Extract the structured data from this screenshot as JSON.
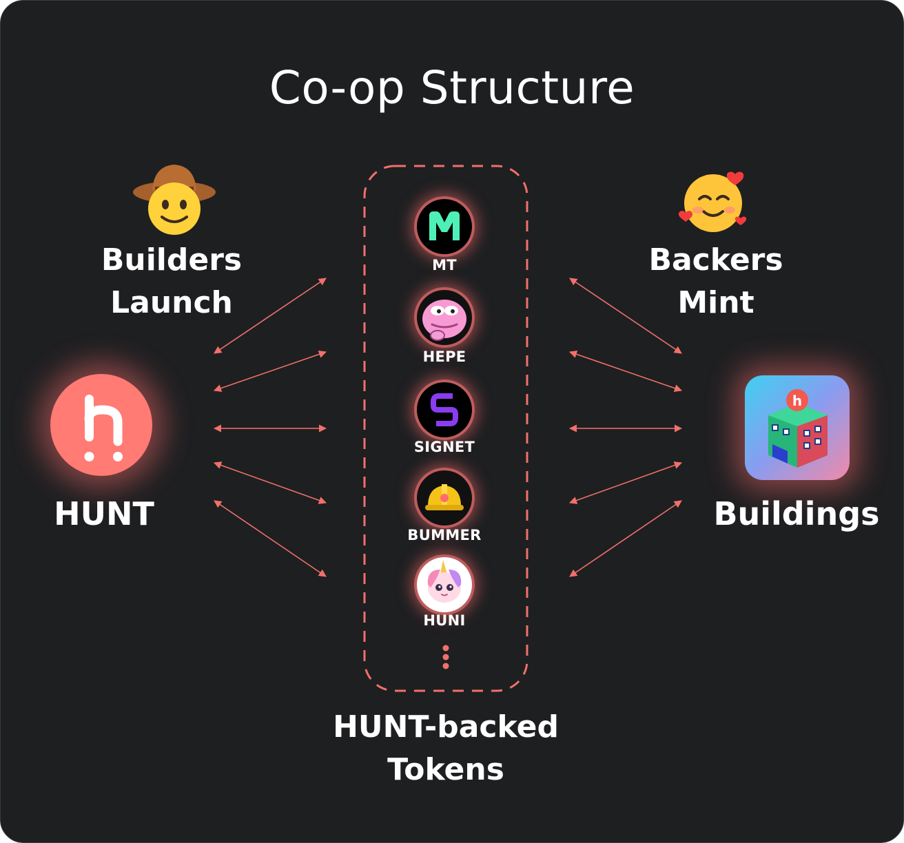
{
  "title": "Co-op Structure",
  "builders": {
    "line1": "Builders",
    "line2": "Launch",
    "icon": "cowboy-emoji-icon"
  },
  "backers": {
    "line1": "Backers",
    "line2": "Mint",
    "icon": "smiling-hearts-emoji-icon"
  },
  "hunt": {
    "label": "HUNT",
    "icon": "hunt-logo-icon"
  },
  "buildings": {
    "label": "Buildings",
    "icon": "buildings-app-icon"
  },
  "tokens_group": {
    "line1": "HUNT-backed",
    "line2": "Tokens"
  },
  "tokens": [
    {
      "label": "MT",
      "icon": "mt-logo-icon"
    },
    {
      "label": "HEPE",
      "icon": "hepe-frog-icon"
    },
    {
      "label": "SIGNET",
      "icon": "signet-logo-icon"
    },
    {
      "label": "BUMMER",
      "icon": "bummer-helmet-icon"
    },
    {
      "label": "HUNI",
      "icon": "huni-unicorn-icon"
    }
  ],
  "colors": {
    "background": "#1e1f21",
    "accent": "#ff7b73",
    "arrow": "#f2706a",
    "text": "#ffffff"
  }
}
